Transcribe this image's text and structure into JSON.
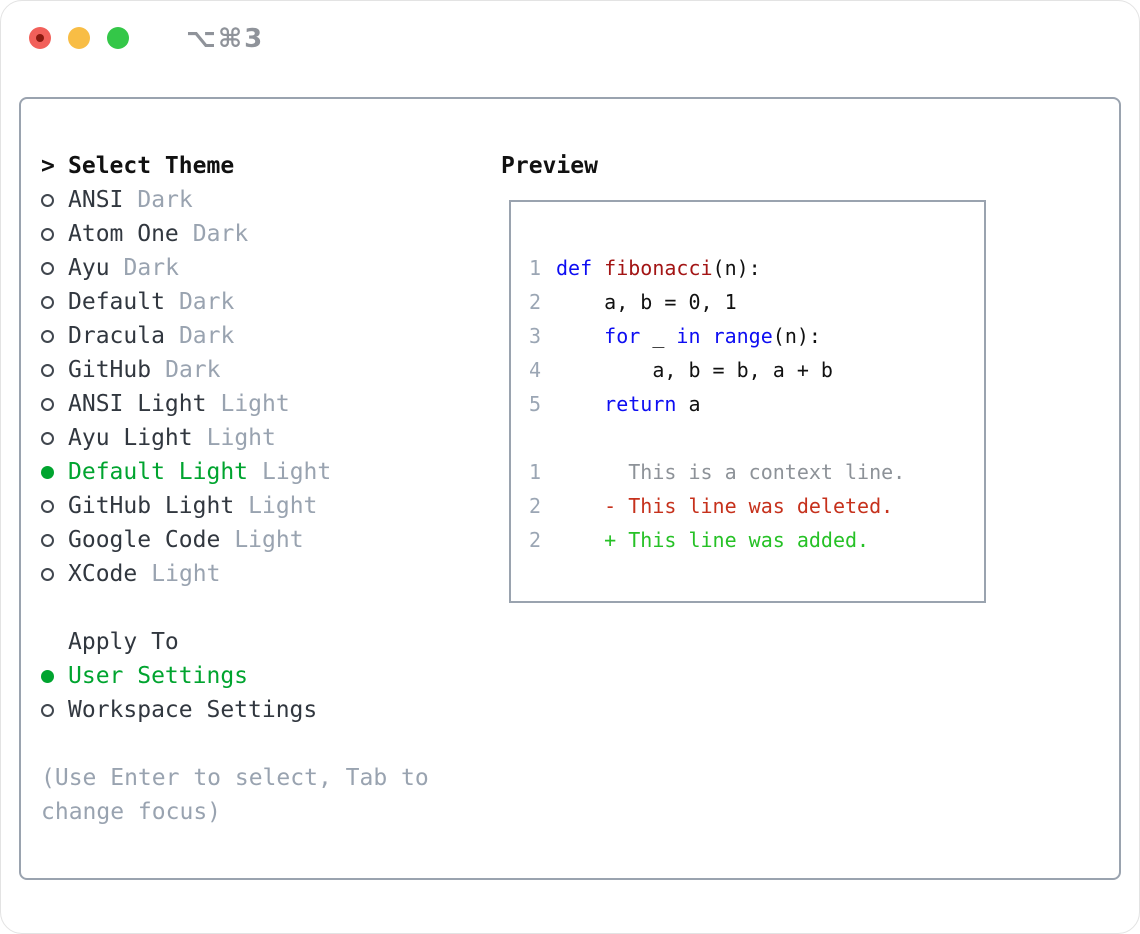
{
  "window": {
    "title": "⌥⌘3"
  },
  "colors": {
    "frame_border": "#9aa3af",
    "text_dark": "#31373f",
    "muted_gray": "#99a3b0",
    "accent_green": "#00a42f",
    "keyword_blue": "#0d0df2",
    "function_red": "#a31515",
    "diff_deleted_red": "#c6311c",
    "diff_added_green": "#26c126",
    "context_gray": "#8d9298",
    "line_number_gray": "#9ba6b4",
    "title_gray": "#8f939a",
    "radio_ring": "#41474f",
    "code_black": "#111111",
    "traffic_red": "#f2605a",
    "traffic_red_dot": "#8b1a10",
    "traffic_yellow": "#f8bd45",
    "traffic_green": "#34c748"
  },
  "theme_picker": {
    "prompt_char": ">",
    "title": "Select Theme",
    "items": [
      {
        "label": "ANSI",
        "tag": "Dark",
        "selected": false
      },
      {
        "label": "Atom One",
        "tag": "Dark",
        "selected": false
      },
      {
        "label": "Ayu",
        "tag": "Dark",
        "selected": false
      },
      {
        "label": "Default",
        "tag": "Dark",
        "selected": false
      },
      {
        "label": "Dracula",
        "tag": "Dark",
        "selected": false
      },
      {
        "label": "GitHub",
        "tag": "Dark",
        "selected": false
      },
      {
        "label": "ANSI Light",
        "tag": "Light",
        "selected": false
      },
      {
        "label": "Ayu Light",
        "tag": "Light",
        "selected": false
      },
      {
        "label": "Default Light",
        "tag": "Light",
        "selected": true
      },
      {
        "label": "GitHub Light",
        "tag": "Light",
        "selected": false
      },
      {
        "label": "Google Code",
        "tag": "Light",
        "selected": false
      },
      {
        "label": "XCode",
        "tag": "Light",
        "selected": false
      }
    ],
    "apply_to": {
      "title": "Apply To",
      "options": [
        {
          "label": "User Settings",
          "selected": true
        },
        {
          "label": "Workspace Settings",
          "selected": false
        }
      ]
    },
    "hint": "(Use Enter to select, Tab to change focus)"
  },
  "preview": {
    "title": "Preview",
    "code_lines": [
      {
        "num": "1",
        "tokens": [
          [
            "kw",
            "def"
          ],
          [
            "pl",
            " "
          ],
          [
            "fn",
            "fibonacci"
          ],
          [
            "pl",
            "(n):"
          ]
        ]
      },
      {
        "num": "2",
        "tokens": [
          [
            "pl",
            "    a, b = 0, 1"
          ]
        ]
      },
      {
        "num": "3",
        "tokens": [
          [
            "pl",
            "    "
          ],
          [
            "kw",
            "for"
          ],
          [
            "pl",
            " _ "
          ],
          [
            "kw",
            "in"
          ],
          [
            "pl",
            " "
          ],
          [
            "kw",
            "range"
          ],
          [
            "pl",
            "(n):"
          ]
        ]
      },
      {
        "num": "4",
        "tokens": [
          [
            "pl",
            "        a, b = b, a + b"
          ]
        ]
      },
      {
        "num": "5",
        "tokens": [
          [
            "pl",
            "    "
          ],
          [
            "kw",
            "return"
          ],
          [
            "pl",
            " a"
          ]
        ]
      },
      {
        "num": "",
        "tokens": []
      },
      {
        "num": "1",
        "tokens": [
          [
            "ctx",
            "      This is a context line."
          ]
        ]
      },
      {
        "num": "2",
        "tokens": [
          [
            "del",
            "    - This line was deleted."
          ]
        ]
      },
      {
        "num": "2",
        "tokens": [
          [
            "add",
            "    + This line was added."
          ]
        ]
      }
    ]
  }
}
